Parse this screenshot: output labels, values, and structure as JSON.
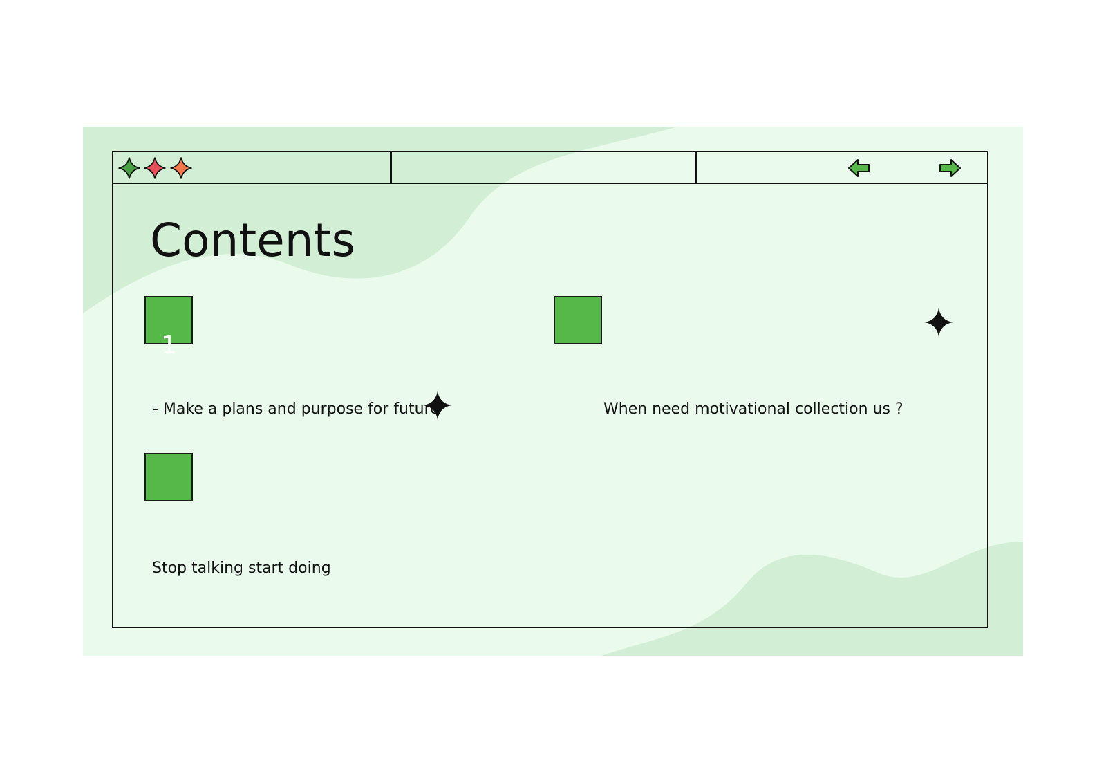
{
  "slide": {
    "title": "Contents",
    "items": [
      {
        "number": "1",
        "text": "- Make a plans and purpose for future"
      },
      {
        "number": "",
        "text": "When need motivational collection us ?"
      },
      {
        "number": "",
        "text": "Stop talking start doing"
      }
    ]
  },
  "titlebar": {
    "stars": [
      "green-star-icon",
      "red-star-icon",
      "orange-star-icon"
    ],
    "nav": [
      "arrow-left-icon",
      "arrow-right-icon"
    ]
  },
  "colors": {
    "background": "#eafaec",
    "blob": "#d2eed4",
    "accent_green": "#57b84a",
    "star_green": "#4a9f45",
    "star_red": "#e9525a",
    "star_orange": "#f47a4e",
    "outline": "#111111"
  }
}
